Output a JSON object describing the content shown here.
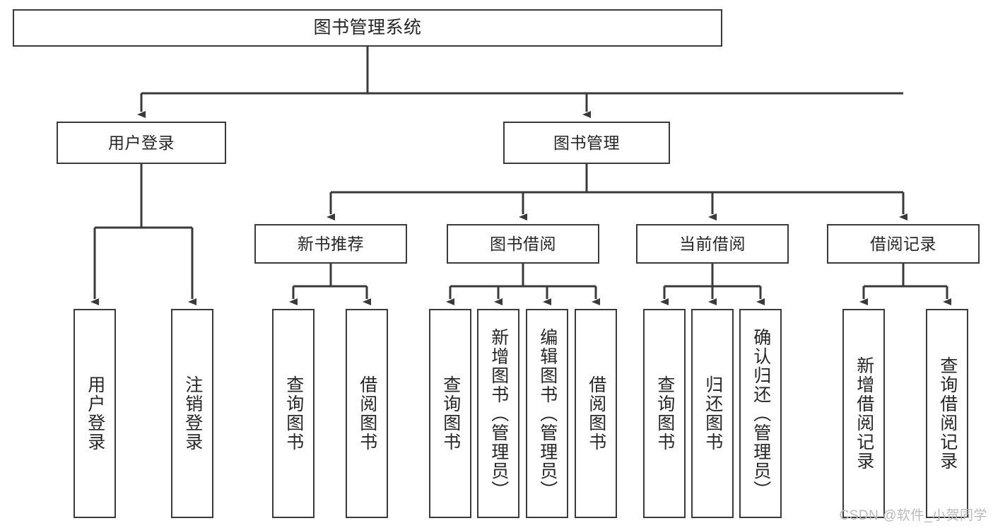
{
  "diagram": {
    "type": "hierarchy-tree",
    "title": "图书管理系统",
    "root": {
      "id": "root",
      "label": "图书管理系统"
    },
    "level2": [
      {
        "id": "user-login",
        "label": "用户登录"
      },
      {
        "id": "book-manage",
        "label": "图书管理"
      }
    ],
    "level3": [
      {
        "id": "new-book-rec",
        "label": "新书推荐"
      },
      {
        "id": "book-borrow",
        "label": "图书借阅"
      },
      {
        "id": "current-borrow",
        "label": "当前借阅"
      },
      {
        "id": "borrow-record",
        "label": "借阅记录"
      }
    ],
    "leaves": [
      {
        "id": "leaf-user-login",
        "label": "用户登录",
        "parent": "user-login"
      },
      {
        "id": "leaf-logout",
        "label": "注销登录",
        "parent": "user-login"
      },
      {
        "id": "leaf-query-book-1",
        "label": "查询图书",
        "parent": "new-book-rec"
      },
      {
        "id": "leaf-borrow-book-1",
        "label": "借阅图书",
        "parent": "new-book-rec"
      },
      {
        "id": "leaf-query-book-2",
        "label": "查询图书",
        "parent": "book-borrow"
      },
      {
        "id": "leaf-add-book",
        "label": "新增图书（管理员）",
        "parent": "book-borrow"
      },
      {
        "id": "leaf-edit-book",
        "label": "编辑图书（管理员）",
        "parent": "book-borrow"
      },
      {
        "id": "leaf-borrow-book-2",
        "label": "借阅图书",
        "parent": "book-borrow"
      },
      {
        "id": "leaf-query-book-3",
        "label": "查询图书",
        "parent": "current-borrow"
      },
      {
        "id": "leaf-return-book",
        "label": "归还图书",
        "parent": "current-borrow"
      },
      {
        "id": "leaf-confirm-return",
        "label": "确认归还（管理员）",
        "parent": "current-borrow"
      },
      {
        "id": "leaf-add-record",
        "label": "新增借阅记录",
        "parent": "borrow-record"
      },
      {
        "id": "leaf-query-record",
        "label": "查询借阅记录",
        "parent": "borrow-record"
      }
    ],
    "colors": {
      "stroke": "#3a3a3a",
      "box_fill": "#ffffff",
      "text": "#262626",
      "background": "#ffffff",
      "watermark": "#b9b9b9"
    }
  },
  "watermark": {
    "text": "CSDN @软件_小贺同学"
  }
}
